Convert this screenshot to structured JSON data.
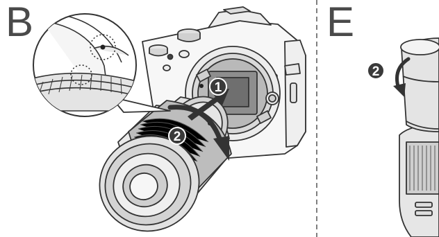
{
  "panels": [
    {
      "letter": "B",
      "steps": [
        "1",
        "2"
      ]
    },
    {
      "letter": "E",
      "steps": [
        "2"
      ]
    }
  ],
  "colors": {
    "line": "#333333",
    "fill_light": "#f4f4f4",
    "fill_mid": "#dedede",
    "fill_dark": "#9a9a9a",
    "badge": "#3a3a3a"
  }
}
